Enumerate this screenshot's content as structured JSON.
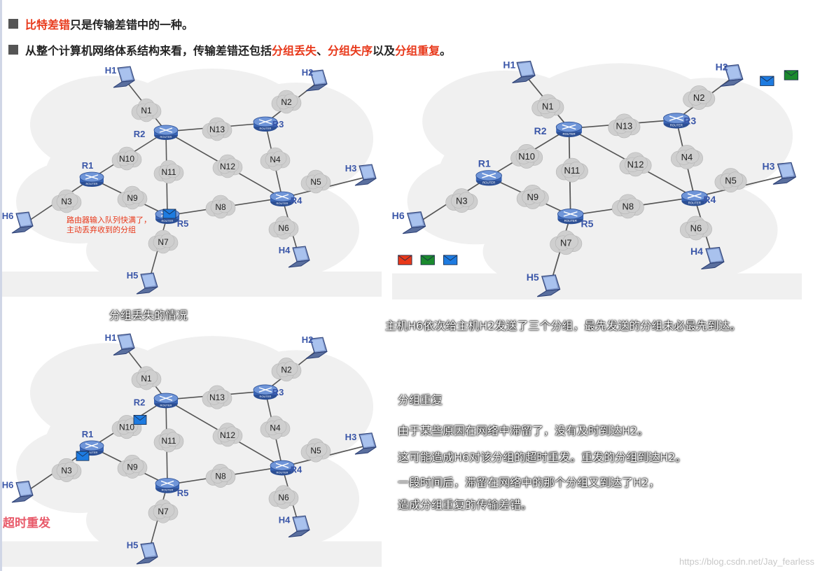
{
  "bullets": [
    {
      "parts": [
        {
          "t": "比特差错",
          "red": true
        },
        {
          "t": "只是传输差错中的一种。",
          "red": false
        }
      ]
    },
    {
      "parts": [
        {
          "t": "从整个计算机网络体系结构来看，传输差错还包括",
          "red": false
        },
        {
          "t": "分组丢失",
          "red": true
        },
        {
          "t": "、",
          "red": false
        },
        {
          "t": "分组失序",
          "red": true
        },
        {
          "t": "以及",
          "red": false
        },
        {
          "t": "分组重复",
          "red": true
        },
        {
          "t": "。",
          "red": false
        }
      ]
    }
  ],
  "hosts": [
    "H1",
    "H2",
    "H3",
    "H4",
    "H5",
    "H6"
  ],
  "routers": [
    "R1",
    "R2",
    "R3",
    "R4",
    "R5"
  ],
  "clouds": [
    "N1",
    "N2",
    "N3",
    "N4",
    "N5",
    "N6",
    "N7",
    "N8",
    "N9",
    "N10",
    "N11",
    "N12",
    "N13"
  ],
  "router_badge": "ROUTER",
  "panel1": {
    "note_line1": "路由器输入队列快满了，",
    "note_line2": "主动丢弃收到的分组",
    "caption": "分组丢失的情况"
  },
  "panel2": {
    "caption": "主机H6依次给主机H2发送了三个分组，最先发送的分组未必最先到达。",
    "envelope_colors": [
      "#e8381a",
      "#1b8a2e",
      "#1e7be0"
    ]
  },
  "panel3": {
    "pink_label": "超时重发",
    "title": "分组重复",
    "lines": [
      "由于某些原因在网络中滞留了，没有及时到达H2。",
      "这可能造成H6对该分组的超时重发。重发的分组到达H2。",
      "一段时间后，滞留在网络中的那个分组又到达了H2，",
      "造成分组重复的传输差错。"
    ]
  },
  "watermark": "https://blog.csdn.net/Jay_fearless",
  "colors": {
    "accent_red": "#e8381a",
    "router_blue": "#3a66b8",
    "link": "#555555",
    "cloud": "#cfcfcf"
  }
}
